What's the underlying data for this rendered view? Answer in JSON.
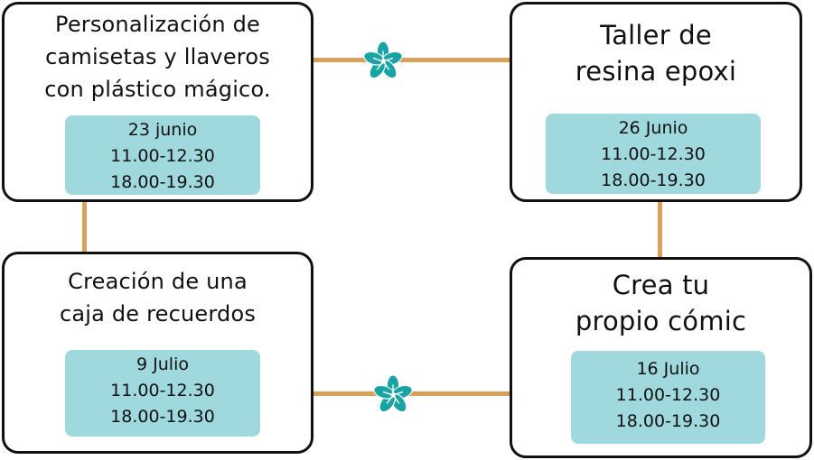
{
  "cards": [
    {
      "title_lines": [
        "Personalización de",
        "camisetas y  llaveros",
        "con plástico mágico."
      ],
      "date": "23 junio",
      "time_1": "11.00-12.30",
      "time_2": "18.00-19.30"
    },
    {
      "title_lines": [
        "Taller de",
        "resina epoxi"
      ],
      "date": "26 Junio",
      "time_1": "11.00-12.30",
      "time_2": "18.00-19.30"
    },
    {
      "title_lines": [
        "Creación de una",
        "caja de recuerdos"
      ],
      "date": "9 Julio",
      "time_1": "11.00-12.30",
      "time_2": "18.00-19.30"
    },
    {
      "title_lines": [
        "Crea tu",
        "propio cómic"
      ],
      "date": "16 Julio",
      "time_1": "11.00-12.30",
      "time_2": "18.00-19.30"
    }
  ],
  "colors": {
    "schedule_bg": "#9fd9de",
    "connector": "#d9a05b",
    "flower": "#1aa3a3",
    "border": "#111111"
  },
  "icons": [
    "flower-icon",
    "flower-icon"
  ]
}
